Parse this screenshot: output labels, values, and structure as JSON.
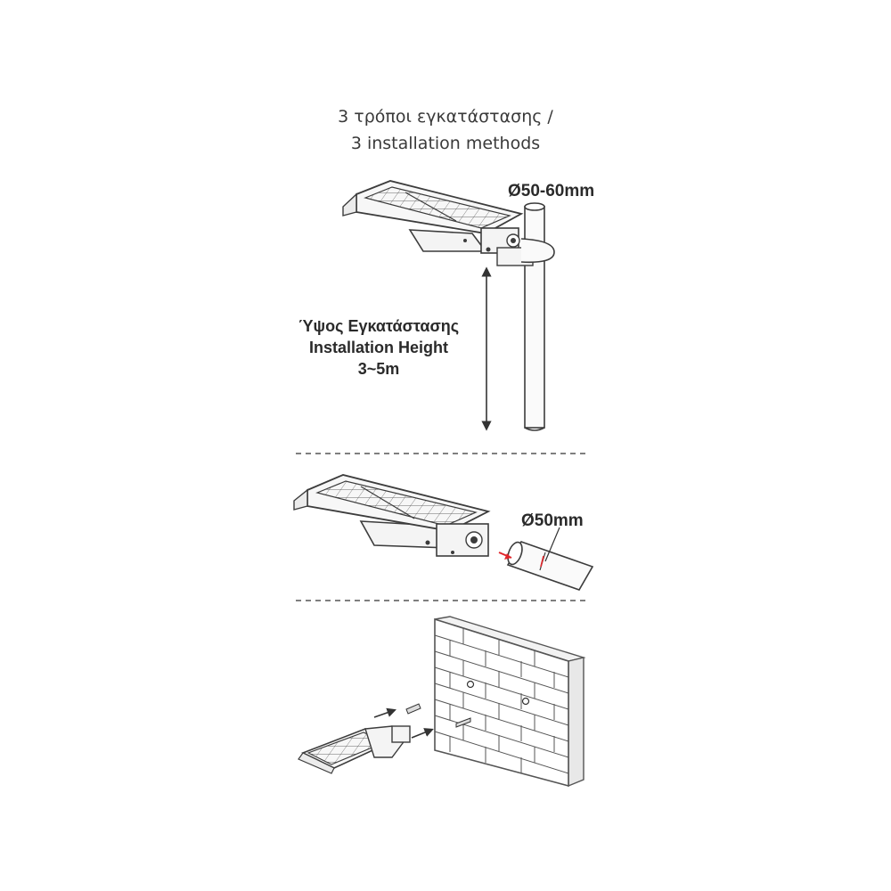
{
  "header": {
    "line1": "3 τρόποι εγκατάστασης /",
    "line2": "3 installation methods"
  },
  "method1": {
    "pole_diameter": "Ø50-60mm",
    "height_label_gr": "Ύψος Εγκατάστασης",
    "height_label_en": "Installation Height",
    "height_value": "3~5m"
  },
  "method2": {
    "pipe_diameter": "Ø50mm"
  },
  "colors": {
    "line": "#3c3c3c",
    "panel_fill": "#f2f2f2",
    "brick_line": "#555555",
    "arrow_red": "#e0262b",
    "divider": "#555555"
  }
}
